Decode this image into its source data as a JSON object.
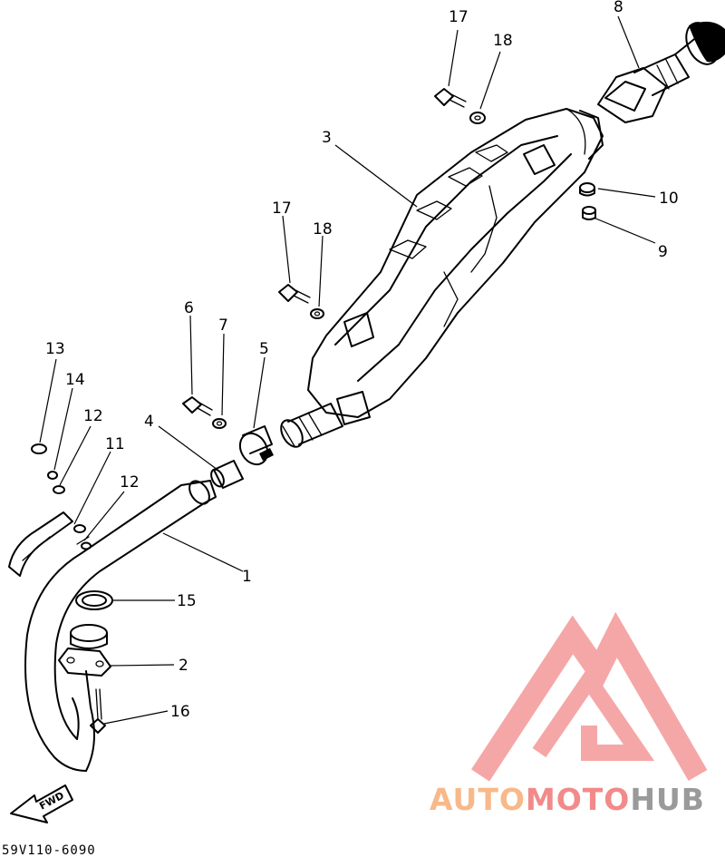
{
  "part_labels": {
    "p1": "1",
    "p2": "2",
    "p3": "3",
    "p4": "4",
    "p5": "5",
    "p6": "6",
    "p7": "7",
    "p8": "8",
    "p9": "9",
    "p10": "10",
    "p11": "11",
    "p12a": "12",
    "p12b": "12",
    "p13": "13",
    "p14": "14",
    "p15": "15",
    "p16": "16",
    "p17a": "17",
    "p17b": "17",
    "p18a": "18",
    "p18b": "18"
  },
  "direction_marker": "FWD",
  "diagram_code": "59V110-6090",
  "watermark": {
    "auto": "AUTO",
    "moto": "MOTO",
    "hub": "HUB",
    "color_auto": "#f7b98a",
    "color_moto": "#f28a8a",
    "color_hub": "#9a9a9a",
    "logo_color": "#f28a8a"
  }
}
